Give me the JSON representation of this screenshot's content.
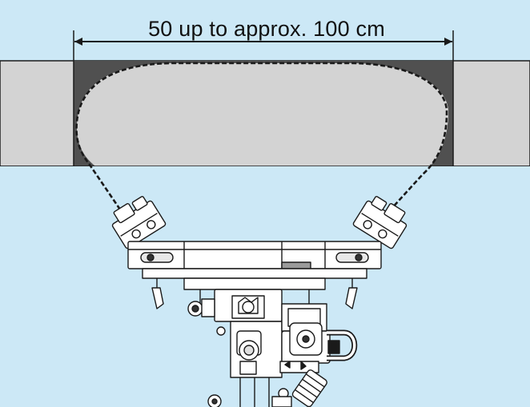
{
  "dimension": {
    "label": "50 up to approx. 100  cm"
  },
  "colors": {
    "background": "#cce8f6",
    "wall": "#d3d3d3",
    "cut_area": "#505050",
    "line": "#1a1a1a",
    "machine_fill": "#ffffff"
  },
  "icons": {
    "dimension_arrow": "double-headed-arrow",
    "work_area_outline": "dashed-ellipse",
    "machine": "wall-saw-head-drawing"
  }
}
